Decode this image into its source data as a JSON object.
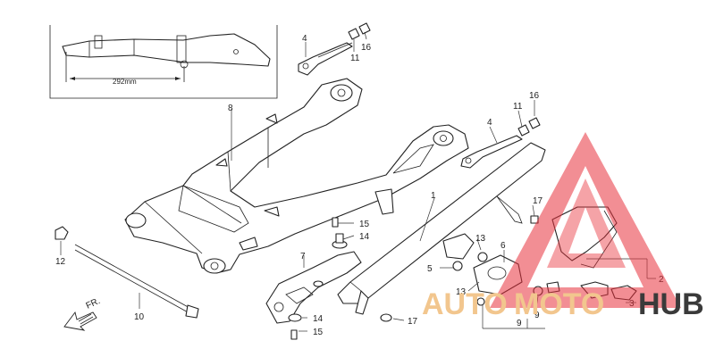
{
  "inset": {
    "dimension": "292mm"
  },
  "direction": {
    "label": "FR."
  },
  "callouts": {
    "c1": "1",
    "c2": "2",
    "c3": "3",
    "c4a": "4",
    "c4b": "4",
    "c5": "5",
    "c6": "6",
    "c7": "7",
    "c8": "8",
    "c9a": "9",
    "c9b": "9",
    "c10": "10",
    "c11a": "11",
    "c11b": "11",
    "c12": "12",
    "c13a": "13",
    "c13b": "13",
    "c14a": "14",
    "c14b": "14",
    "c15a": "15",
    "c15b": "15",
    "c16a": "16",
    "c16b": "16",
    "c17a": "17",
    "c17b": "17"
  },
  "watermark": {
    "part1": "AUTO",
    "part2": "MOTO",
    "part3": "HUB"
  },
  "colors": {
    "line": "#222222",
    "watermark_red": "#e8323c",
    "watermark_orange": "#f2c68e",
    "watermark_dark": "#3a3a3a"
  }
}
